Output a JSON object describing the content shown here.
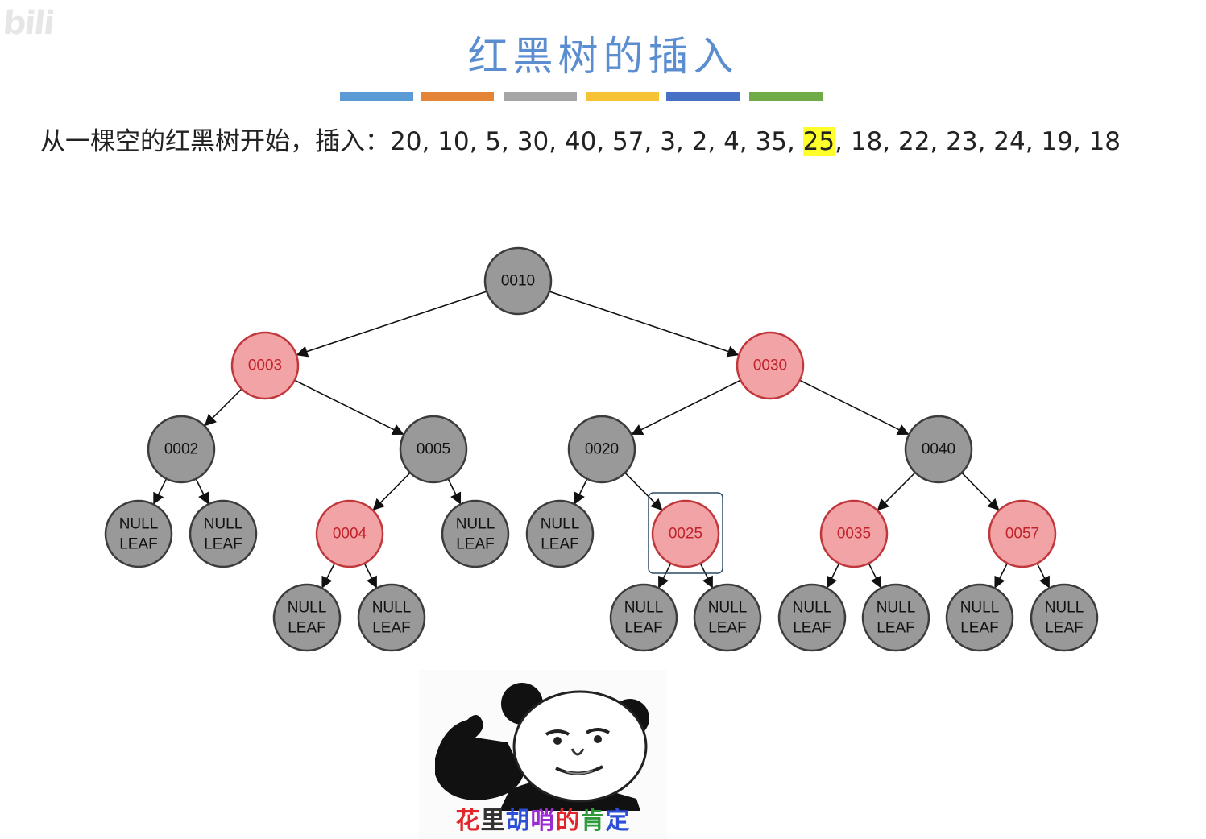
{
  "watermark": "bili",
  "title": "红黑树的插入",
  "divider_colors": [
    "#5b9bd5",
    "#e38437",
    "#a5a5a5",
    "#f5c333",
    "#4671c4",
    "#6fac47"
  ],
  "sequence": {
    "prefix": "从一棵空的红黑树开始，插入：",
    "before": "20, 10, 5, 30, 40, 57, 3, 2, 4, 35, ",
    "highlight": "25",
    "after": ", 18, 22, 23, 24, 19, 18"
  },
  "node_colors": {
    "black": "#999999",
    "red": "#f2a3a6"
  },
  "tree": {
    "nodes": [
      {
        "id": "n10",
        "label": "0010",
        "color": "black"
      },
      {
        "id": "n3",
        "label": "0003",
        "color": "red"
      },
      {
        "id": "n30",
        "label": "0030",
        "color": "red"
      },
      {
        "id": "n2",
        "label": "0002",
        "color": "black"
      },
      {
        "id": "n5",
        "label": "0005",
        "color": "black"
      },
      {
        "id": "n20",
        "label": "0020",
        "color": "black"
      },
      {
        "id": "n40",
        "label": "0040",
        "color": "black"
      },
      {
        "id": "l1",
        "label": "NULL\nLEAF",
        "color": "black"
      },
      {
        "id": "l2",
        "label": "NULL\nLEAF",
        "color": "black"
      },
      {
        "id": "n4",
        "label": "0004",
        "color": "red"
      },
      {
        "id": "l3",
        "label": "NULL\nLEAF",
        "color": "black"
      },
      {
        "id": "l4",
        "label": "NULL\nLEAF",
        "color": "black"
      },
      {
        "id": "n25",
        "label": "0025",
        "color": "red",
        "selected": true
      },
      {
        "id": "n35",
        "label": "0035",
        "color": "red"
      },
      {
        "id": "n57",
        "label": "0057",
        "color": "red"
      },
      {
        "id": "l5",
        "label": "NULL\nLEAF",
        "color": "black"
      },
      {
        "id": "l6",
        "label": "NULL\nLEAF",
        "color": "black"
      },
      {
        "id": "l7",
        "label": "NULL\nLEAF",
        "color": "black"
      },
      {
        "id": "l8",
        "label": "NULL\nLEAF",
        "color": "black"
      },
      {
        "id": "l9",
        "label": "NULL\nLEAF",
        "color": "black"
      },
      {
        "id": "l10",
        "label": "NULL\nLEAF",
        "color": "black"
      },
      {
        "id": "l11",
        "label": "NULL\nLEAF",
        "color": "black"
      },
      {
        "id": "l12",
        "label": "NULL\nLEAF",
        "color": "black"
      }
    ],
    "edges": [
      [
        "n10",
        "n3"
      ],
      [
        "n10",
        "n30"
      ],
      [
        "n3",
        "n2"
      ],
      [
        "n3",
        "n5"
      ],
      [
        "n30",
        "n20"
      ],
      [
        "n30",
        "n40"
      ],
      [
        "n2",
        "l1"
      ],
      [
        "n2",
        "l2"
      ],
      [
        "n5",
        "n4"
      ],
      [
        "n5",
        "l3"
      ],
      [
        "n20",
        "l4"
      ],
      [
        "n20",
        "n25"
      ],
      [
        "n40",
        "n35"
      ],
      [
        "n40",
        "n57"
      ],
      [
        "n4",
        "l5"
      ],
      [
        "n4",
        "l6"
      ],
      [
        "n25",
        "l7"
      ],
      [
        "n25",
        "l8"
      ],
      [
        "n35",
        "l9"
      ],
      [
        "n35",
        "l10"
      ],
      [
        "n57",
        "l11"
      ],
      [
        "n57",
        "l12"
      ]
    ]
  },
  "meme": {
    "caption_chars": [
      {
        "ch": "花",
        "color": "#e0262a"
      },
      {
        "ch": "里",
        "color": "#333333"
      },
      {
        "ch": "胡",
        "color": "#2c4fd6"
      },
      {
        "ch": "哨",
        "color": "#9a2bd0"
      },
      {
        "ch": "的",
        "color": "#e0262a"
      },
      {
        "ch": "肯",
        "color": "#2f9a3a"
      },
      {
        "ch": "定",
        "color": "#2c4fd6"
      }
    ]
  }
}
